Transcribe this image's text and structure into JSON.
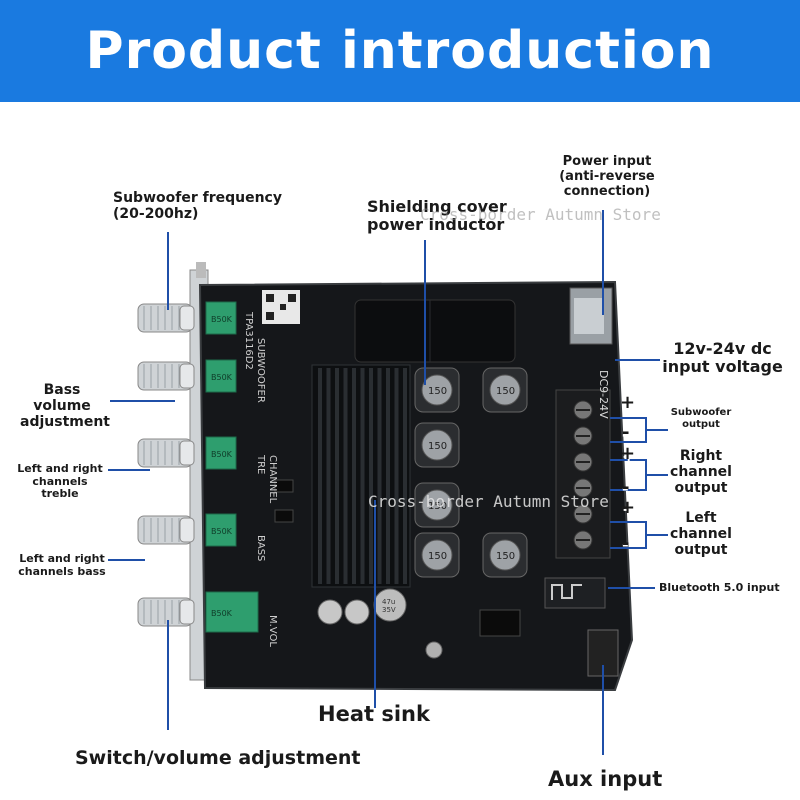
{
  "banner": {
    "title": "Product introduction",
    "color": "#1a7ae0"
  },
  "labels": {
    "subwoofer_frequency": "Subwoofer frequency\n(20-200hz)",
    "bass_volume": "Bass\nvolume\nadjustment",
    "lr_treble": "Left and right\nchannels\ntreble",
    "lr_bass": "Left and right\nchannels bass",
    "switch_volume": "Switch/volume adjustment",
    "shielding_inductor": "Shielding cover\npower inductor",
    "power_input": "Power input\n(anti-reverse\nconnection)",
    "dc_input": "12v-24v dc\ninput voltage",
    "subwoofer_output": "Subwoofer\noutput",
    "right_output": "Right\nchannel\noutput",
    "left_output": "Left\nchannel\noutput",
    "bluetooth": "Bluetooth 5.0 input",
    "heat_sink": "Heat sink",
    "aux_input": "Aux input"
  },
  "watermark": {
    "top": "Cross-border Autumn Store",
    "middle": "Cross-border Autumn Store"
  },
  "board": {
    "pot_labels": [
      "B50K",
      "B50K",
      "B50K",
      "B50K",
      "B50K"
    ],
    "inductor_labels": [
      "150",
      "150",
      "150",
      "150",
      "150",
      "150"
    ],
    "silk_vertical": [
      "TPA3116D2",
      "SUBWOOFER",
      "TRE",
      "CHANNEL",
      "BASS",
      "M.VOL"
    ],
    "silk_dc": "DC9-24V",
    "plus_sign": "+",
    "minus_sign": "-",
    "cap_labels": [
      "47u",
      "35V"
    ]
  },
  "colors": {
    "line": "#1f4fa8",
    "board": "#15171a",
    "pot": "#2e9e6e",
    "heatsink": "#0d0f11"
  }
}
